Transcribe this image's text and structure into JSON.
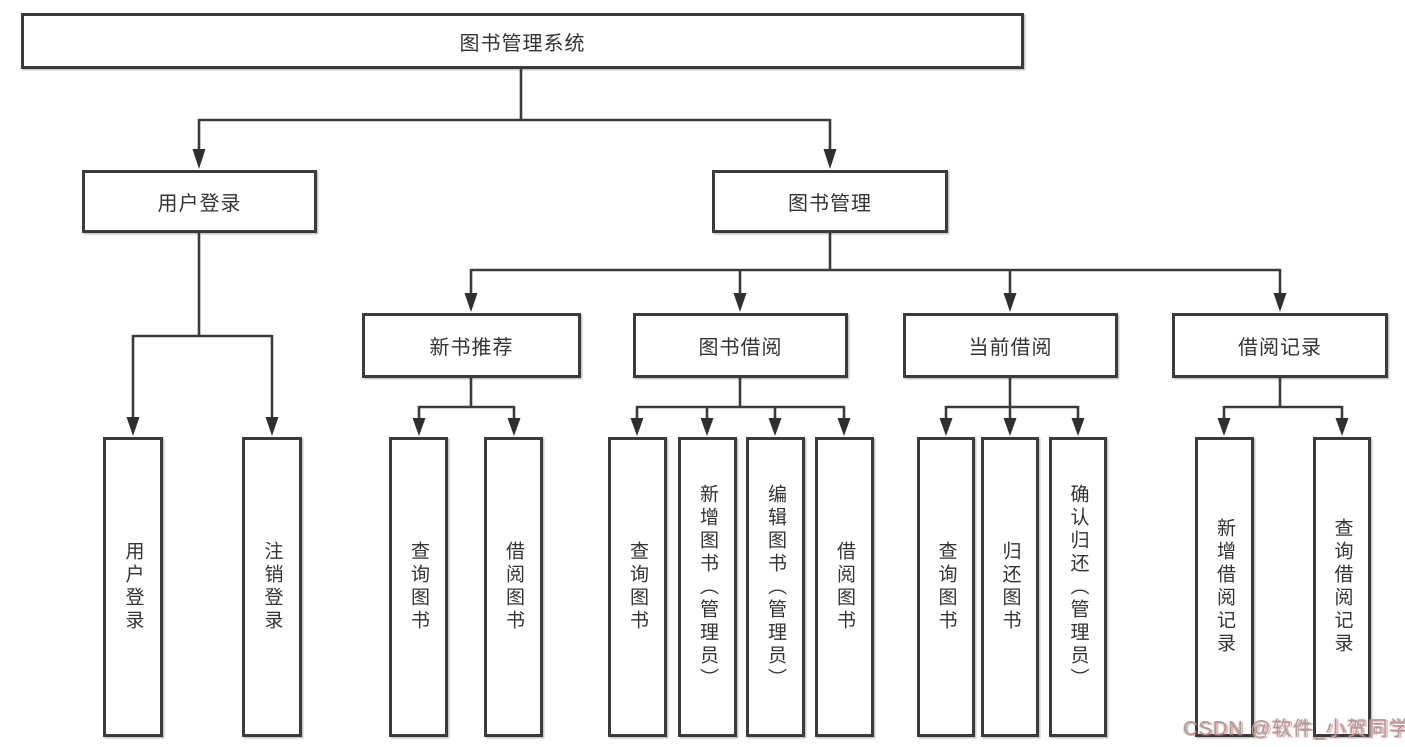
{
  "tree": {
    "root": {
      "label": "图书管理系统"
    },
    "user_login": {
      "label": "用户登录",
      "children": [
        {
          "label": "用户登录"
        },
        {
          "label": "注销登录"
        }
      ]
    },
    "book_mgmt": {
      "label": "图书管理",
      "sections": [
        {
          "label": "新书推荐",
          "children": [
            {
              "label": "查询图书"
            },
            {
              "label": "借阅图书"
            }
          ]
        },
        {
          "label": "图书借阅",
          "children": [
            {
              "label": "查询图书"
            },
            {
              "label": "新增图书（管理员）"
            },
            {
              "label": "编辑图书（管理员）"
            },
            {
              "label": "借阅图书"
            }
          ]
        },
        {
          "label": "当前借阅",
          "children": [
            {
              "label": "查询图书"
            },
            {
              "label": "归还图书"
            },
            {
              "label": "确认归还（管理员）"
            }
          ]
        },
        {
          "label": "借阅记录",
          "children": [
            {
              "label": "新增借阅记录"
            },
            {
              "label": "查询借阅记录"
            }
          ]
        }
      ]
    }
  },
  "watermark": {
    "text": "CSDN @软件_小贺同学"
  },
  "colors": {
    "line": "#3b3b3b",
    "text": "#333333",
    "background": "#ffffff",
    "watermark_text": "#a0a0a0",
    "watermark_accent": "#d9534f"
  }
}
